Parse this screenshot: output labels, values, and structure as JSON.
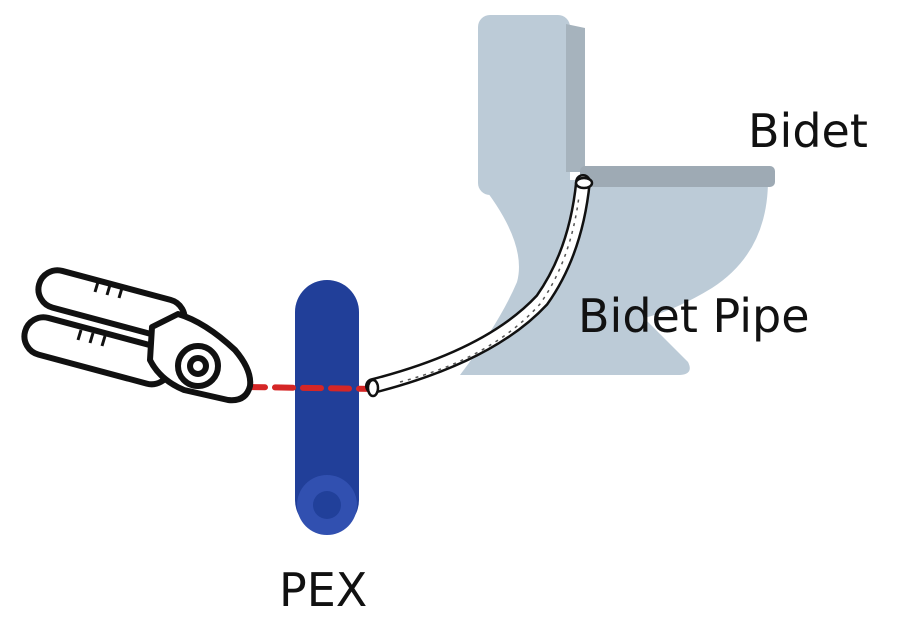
{
  "labels": {
    "bidet": "Bidet",
    "bidet_pipe": "Bidet Pipe",
    "pex": "PEX"
  },
  "colors": {
    "toilet_body": "#bccbd7",
    "toilet_shadow": "#a6b3bd",
    "toilet_seat": "#9eaab4",
    "pex_pipe": "#213f99",
    "pex_end": "#3150b0",
    "pex_bore": "#21409a",
    "cut_line": "#d52626",
    "outline": "#111111"
  },
  "icons": {
    "toilet": "toilet-icon",
    "cutter": "pipe-cutter-icon",
    "pipe": "bidet-hose-icon",
    "pex": "pex-pipe-icon"
  }
}
